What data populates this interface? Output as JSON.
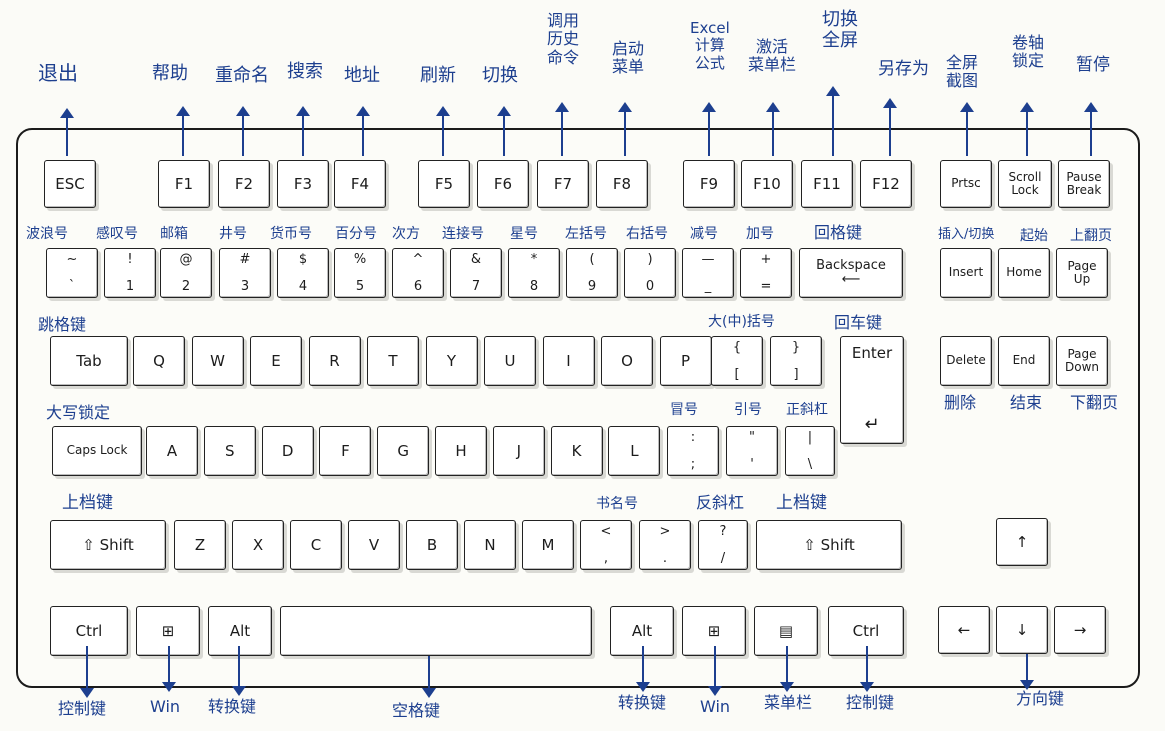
{
  "keys": {
    "esc": "ESC",
    "f1": "F1",
    "f2": "F2",
    "f3": "F3",
    "f4": "F4",
    "f5": "F5",
    "f6": "F6",
    "f7": "F7",
    "f8": "F8",
    "f9": "F9",
    "f10": "F10",
    "f11": "F11",
    "f12": "F12",
    "prtsc": "Prtsc",
    "scroll": [
      "Scroll",
      "Lock"
    ],
    "pause": [
      "Pause",
      "Break"
    ],
    "num_row": [
      [
        "~",
        "`"
      ],
      [
        "!",
        "1"
      ],
      [
        "@",
        "2"
      ],
      [
        "#",
        "3"
      ],
      [
        "$",
        "4"
      ],
      [
        "%",
        "5"
      ],
      [
        "^",
        "6"
      ],
      [
        "&",
        "7"
      ],
      [
        "*",
        "8"
      ],
      [
        "(",
        "9"
      ],
      [
        ")",
        "0"
      ],
      [
        "—",
        "_"
      ],
      [
        "+",
        "="
      ]
    ],
    "backspace": [
      "Backspace",
      "⟵"
    ],
    "insert": "Insert",
    "home": "Home",
    "pageup": [
      "Page",
      "Up"
    ],
    "tab": "Tab",
    "qrow": [
      "Q",
      "W",
      "E",
      "R",
      "T",
      "Y",
      "U",
      "I",
      "O",
      "P"
    ],
    "bracket_l": [
      "{",
      "["
    ],
    "bracket_r": [
      "}",
      "]"
    ],
    "enter": [
      "Enter",
      "↵"
    ],
    "delete": "Delete",
    "end": "End",
    "pagedown": [
      "Page",
      "Down"
    ],
    "caps": "Caps Lock",
    "arow": [
      "A",
      "S",
      "D",
      "F",
      "G",
      "H",
      "J",
      "K",
      "L"
    ],
    "colon": [
      ":",
      ";"
    ],
    "quote": [
      "\"",
      "'"
    ],
    "pipe": [
      "|",
      "\\"
    ],
    "shift_l": "⇧ Shift",
    "zrow": [
      "Z",
      "X",
      "C",
      "V",
      "B",
      "N",
      "M"
    ],
    "lt": [
      "<",
      ","
    ],
    "gt": [
      ">",
      "."
    ],
    "question": [
      "?",
      "/"
    ],
    "shift_r": "⇧ Shift",
    "up": "↑",
    "ctrl_l": "Ctrl",
    "win_l": "⊞",
    "alt_l": "Alt",
    "alt_r": "Alt",
    "win_r": "⊞",
    "menu": "▤",
    "ctrl_r": "Ctrl",
    "left": "←",
    "down": "↓",
    "right": "→"
  },
  "labels": {
    "esc": "退出",
    "f1": "帮助",
    "f2": "重命名",
    "f3": "搜索",
    "f4": "地址",
    "f5": "刷新",
    "f6": "切换",
    "f7": "调用\n历史\n命令",
    "f8": "启动\n菜单",
    "f9": "Excel\n计算\n公式",
    "f10": "激活\n菜单栏",
    "f11": "切换\n全屏",
    "f12": "另存为",
    "prtsc": "全屏\n截图",
    "scroll": "卷轴\n锁定",
    "pause": "暂停",
    "tilde": "波浪号",
    "excl": "感叹号",
    "at": "邮箱",
    "hash": "井号",
    "dollar": "货币号",
    "percent": "百分号",
    "caret": "次方",
    "amp": "连接号",
    "star": "星号",
    "lparen": "左括号",
    "rparen": "右括号",
    "minus": "减号",
    "plus": "加号",
    "backspace": "回格键",
    "insert": "插入/切换",
    "home": "起始",
    "pageup": "上翻页",
    "tab": "跳格键",
    "brace": "大(中)括号",
    "enter": "回车键",
    "delete": "删除",
    "end": "结束",
    "pagedown": "下翻页",
    "caps": "大写锁定",
    "colon": "冒号",
    "quote": "引号",
    "backslash": "正斜杠",
    "shift_l": "上档键",
    "lt": "书名号",
    "slash": "反斜杠",
    "shift_r": "上档键",
    "ctrl_l": "控制键",
    "win_l": "Win",
    "alt_l": "转换键",
    "space": "空格键",
    "alt_r": "转换键",
    "win_r": "Win",
    "menu": "菜单栏",
    "ctrl_r": "控制键",
    "arrows": "方向键"
  },
  "colors": {
    "annotation": "#1d3f8f",
    "outline": "#1b1b1b"
  }
}
